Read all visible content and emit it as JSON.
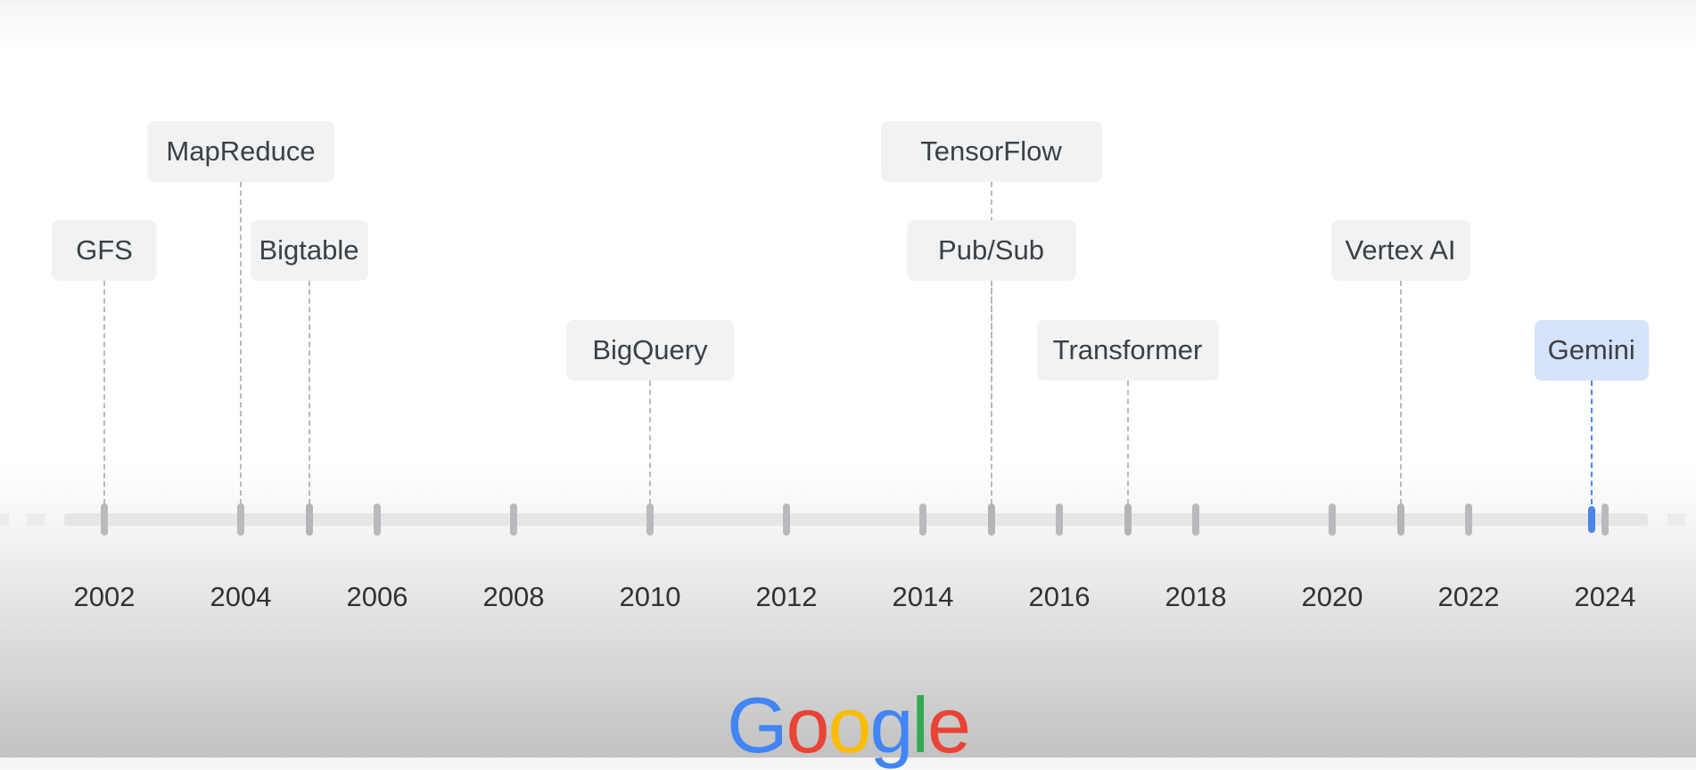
{
  "timeline": {
    "years": [
      2002,
      2004,
      2006,
      2008,
      2010,
      2012,
      2014,
      2016,
      2018,
      2020,
      2022,
      2024
    ],
    "year_labels": [
      "2002",
      "2004",
      "2006",
      "2008",
      "2010",
      "2012",
      "2014",
      "2016",
      "2018",
      "2020",
      "2022",
      "2024"
    ],
    "milestones": [
      {
        "label": "GFS",
        "year": 2002,
        "row": 2
      },
      {
        "label": "MapReduce",
        "year": 2004,
        "row": 1
      },
      {
        "label": "Bigtable",
        "year": 2005,
        "row": 2
      },
      {
        "label": "BigQuery",
        "year": 2010,
        "row": 3
      },
      {
        "label": "TensorFlow",
        "year": 2015,
        "row": 1
      },
      {
        "label": "Pub/Sub",
        "year": 2015,
        "row": 2
      },
      {
        "label": "Transformer",
        "year": 2017,
        "row": 3
      },
      {
        "label": "Vertex AI",
        "year": 2021,
        "row": 2
      },
      {
        "label": "Gemini",
        "year": 2023.8,
        "row": 3,
        "highlight": true
      }
    ],
    "colors": {
      "box": "#f1f2f3",
      "highlight_box": "#d5e3fb",
      "highlight_accent": "#4a86e8",
      "tick": "#b3b5b8"
    }
  },
  "logo": {
    "text": "Google",
    "letter_colors": [
      "#4285f4",
      "#ea4335",
      "#fbbc05",
      "#4285f4",
      "#34a853",
      "#ea4335"
    ]
  }
}
